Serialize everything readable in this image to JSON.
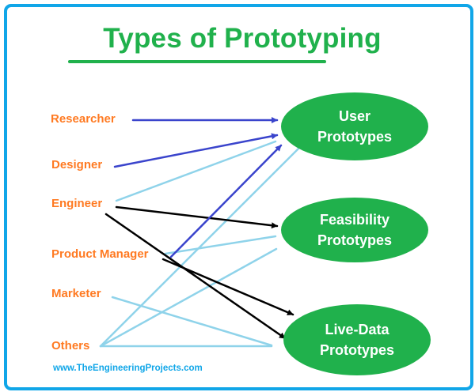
{
  "title": "Types of Prototyping",
  "roles": [
    {
      "id": "researcher",
      "label": "Researcher"
    },
    {
      "id": "designer",
      "label": "Designer"
    },
    {
      "id": "engineer",
      "label": "Engineer"
    },
    {
      "id": "product_manager",
      "label": "Product Manager"
    },
    {
      "id": "marketer",
      "label": "Marketer"
    },
    {
      "id": "others",
      "label": "Others"
    }
  ],
  "prototypes": [
    {
      "id": "user",
      "line1": "User",
      "line2": "Prototypes"
    },
    {
      "id": "feasibility",
      "line1": "Feasibility",
      "line2": "Prototypes"
    },
    {
      "id": "live_data",
      "line1": "Live-Data",
      "line2": "Prototypes"
    }
  ],
  "connections": [
    {
      "from": "Researcher",
      "to": "User Prototypes",
      "style": "blue-arrow"
    },
    {
      "from": "Designer",
      "to": "User Prototypes",
      "style": "blue-arrow"
    },
    {
      "from": "Engineer",
      "to": "User Prototypes",
      "style": "light-blue-line"
    },
    {
      "from": "Engineer",
      "to": "Feasibility Prototypes",
      "style": "black-arrow"
    },
    {
      "from": "Engineer",
      "to": "Live-Data Prototypes",
      "style": "black-arrow"
    },
    {
      "from": "Product Manager",
      "to": "User Prototypes",
      "style": "blue-arrow"
    },
    {
      "from": "Product Manager",
      "to": "Feasibility Prototypes",
      "style": "light-blue-line"
    },
    {
      "from": "Product Manager",
      "to": "Live-Data Prototypes",
      "style": "black-arrow"
    },
    {
      "from": "Marketer",
      "to": "Live-Data Prototypes",
      "style": "light-blue-line"
    },
    {
      "from": "Others",
      "to": "User Prototypes",
      "style": "light-blue-line"
    },
    {
      "from": "Others",
      "to": "Feasibility Prototypes",
      "style": "light-blue-line"
    },
    {
      "from": "Others",
      "to": "Live-Data Prototypes",
      "style": "light-blue-line"
    }
  ],
  "colors": {
    "border": "#10a6e8",
    "title": "#20b14c",
    "node_fill": "#20b14c",
    "role_text": "#ff7a22",
    "blue_arrow": "#3a44cc",
    "light_blue_line": "#8fd3ea",
    "black_arrow": "#000000",
    "footer": "#10a6e8"
  },
  "footer": "www.TheEngineeringProjects.com"
}
